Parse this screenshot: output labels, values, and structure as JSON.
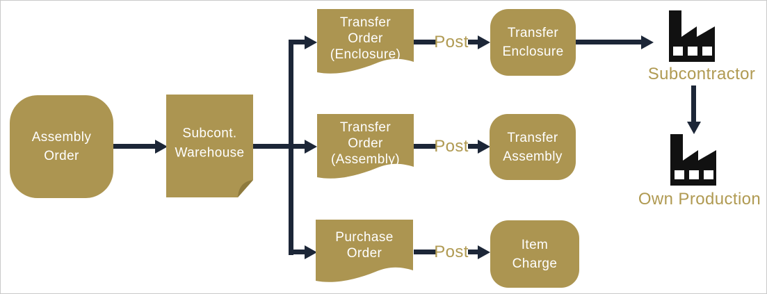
{
  "palette": {
    "gold": "#AC9551",
    "gold_dark": "#8E7A3D",
    "navy": "#1C2637",
    "icon_black": "#111111",
    "label_gold": "#B09A52",
    "canvas_border": "#C9C9C9",
    "node_text": "#FFFFFF"
  },
  "nodes": {
    "assembly_order": {
      "lines": [
        "Assembly",
        "Order"
      ]
    },
    "subcont_warehouse": {
      "lines": [
        "Subcont.",
        "Warehouse"
      ]
    },
    "transfer_order_enclosure": {
      "lines": [
        "Transfer",
        "Order",
        "(Enclosure)"
      ]
    },
    "transfer_order_assembly": {
      "lines": [
        "Transfer",
        "Order",
        "(Assembly)"
      ]
    },
    "purchase_order": {
      "lines": [
        "Purchase",
        "Order"
      ]
    },
    "transfer_enclosure": {
      "lines": [
        "Transfer",
        "Enclosure"
      ]
    },
    "transfer_assembly": {
      "lines": [
        "Transfer",
        "Assembly"
      ]
    },
    "item_charge": {
      "lines": [
        "Item",
        "Charge"
      ]
    },
    "subcontractor": {
      "label": "Subcontractor"
    },
    "own_production": {
      "label": "Own Production"
    }
  },
  "edge_labels": {
    "post_top": "Post",
    "post_middle": "Post",
    "post_bottom": "Post"
  }
}
